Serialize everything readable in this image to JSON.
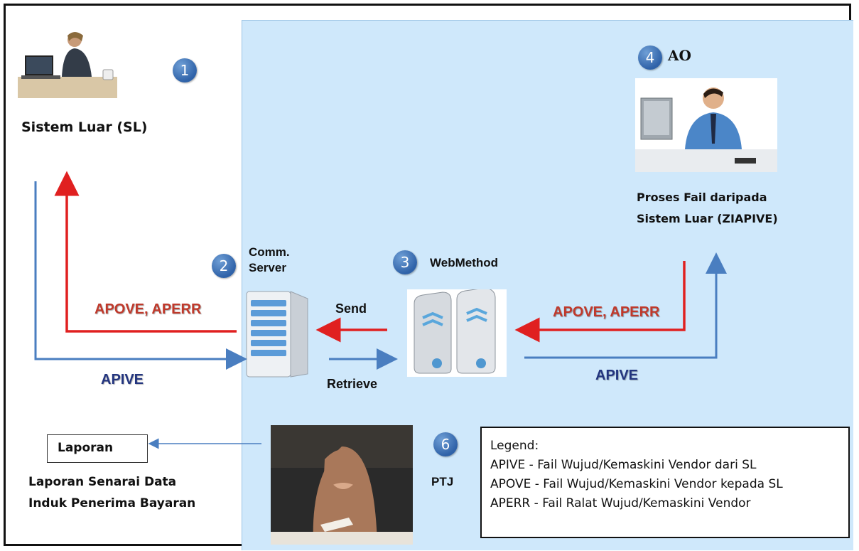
{
  "nodes": {
    "sl": {
      "number": "1",
      "label": "Sistem Luar (SL)"
    },
    "comm_server": {
      "number": "2",
      "label_line1": "Comm.",
      "label_line2": "Server"
    },
    "webmethod": {
      "number": "3",
      "label": "WebMethod"
    },
    "ao": {
      "number": "4",
      "label": "AO",
      "desc_line1": "Proses Fail daripada",
      "desc_line2": "Sistem Luar (ZIAPIVE)"
    },
    "ptj": {
      "number": "6",
      "label": "PTJ"
    }
  },
  "flows": {
    "left_red": "APOVE, APERR",
    "left_blue": "APIVE",
    "send": "Send",
    "retrieve": "Retrieve",
    "right_red": "APOVE, APERR",
    "right_blue": "APIVE"
  },
  "report": {
    "box_label": "Laporan",
    "desc_line1": "Laporan Senarai Data",
    "desc_line2": "Induk Penerima Bayaran"
  },
  "legend": {
    "title": "Legend:",
    "items": [
      "APIVE  - Fail Wujud/Kemaskini Vendor dari SL",
      "APOVE - Fail Wujud/Kemaskini Vendor kepada SL",
      "APERR - Fail Ralat Wujud/Kemaskini Vendor"
    ]
  },
  "colors": {
    "red_flow": "#e02020",
    "blue_flow": "#4a7ec0",
    "background_zone": "#cfe8fb",
    "number_badge": "#2f62a8"
  }
}
